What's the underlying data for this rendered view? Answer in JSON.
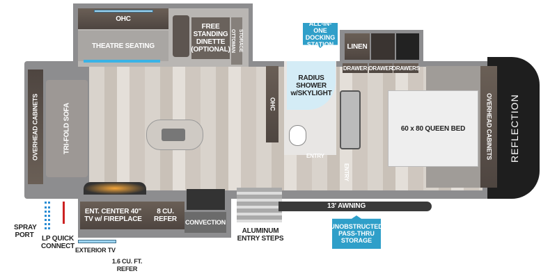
{
  "brand": "REFLECTION",
  "labels": {
    "ohc_top": "OHC",
    "theatre_seating": "THEATRE SEATING",
    "dinette": "FREE STANDING DINETTE (OPTIONAL)",
    "storage_ottoman": "STORAGE OTTOMAN",
    "overhead_cabinets_left": "OVERHEAD CABINETS",
    "tri_fold_sofa": "TRI-FOLD SOFA",
    "ohc_mid": "OHC",
    "radius_shower": "RADIUS SHOWER w/SKYLIGHT",
    "linen": "LINEN",
    "drawer1": "DRAWER",
    "drawer2": "DRAWER",
    "drawers": "DRAWERS",
    "entry_bath": "ENTRY",
    "entry_bed": "ENTRY",
    "queen_bed": "60 x 80 QUEEN BED",
    "overhead_cabinets_right": "OVERHEAD CABINETS",
    "ent_center": "ENT. CENTER 40\" TV w/ FIREPLACE",
    "refer": "8 CU. REFER",
    "convection": "CONVECTION",
    "aluminum_steps": "ALUMINUM ENTRY STEPS",
    "awning": "13' AWNING",
    "spray_port": "SPRAY PORT",
    "lp_quick_connect": "LP QUICK CONNECT",
    "exterior_tv": "EXTERIOR TV",
    "small_refer": "1.6 CU. FT. REFER"
  },
  "callouts": {
    "docking": "ALL-IN-ONE DOCKING STATION",
    "storage": "UNOBSTRUCTED PASS-THRU STORAGE"
  },
  "colors": {
    "callout": "#2f9fc9",
    "accent_light": "#9fd6f2",
    "wall": "#8d8d8f"
  }
}
